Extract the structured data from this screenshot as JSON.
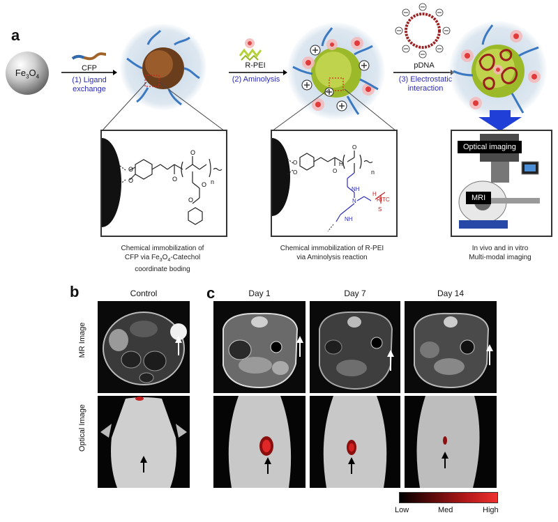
{
  "panels": {
    "a": "a",
    "b": "b",
    "c": "c"
  },
  "scheme": {
    "core_label_main": "Fe",
    "core_label_sub3": "3",
    "core_label_o": "O",
    "core_label_sub4": "4",
    "step1_reagent": "CFP",
    "step1_label": "(1) Ligand exchange",
    "step2_reagent": "R-PEI",
    "step2_label": "(2) Aminolysis",
    "step3_reagent": "pDNA",
    "step3_label": "(3) Electrostatic interaction"
  },
  "structure_boxes": {
    "box1_n": "n",
    "box2_n": "n",
    "box2_ritc": "RITC",
    "box2_s": "S",
    "box2_nh1": "NH",
    "box2_nh2": "NH",
    "box2_n_atom": "N",
    "box2_h": "H",
    "imaging_optical": "Optical imaging",
    "imaging_mri": "MRI"
  },
  "captions": {
    "c1_line1": "Chemical immobilization of",
    "c1_line2_pre": "CFP via Fe",
    "c1_line2_sub1": "3",
    "c1_line2_mid": "O",
    "c1_line2_sub2": "4",
    "c1_line2_post": "-Catechol",
    "c1_line3": "coordinate boding",
    "c2_line1": "Chemical immobilization of R-PEI",
    "c2_line2": "via Aminolysis reaction",
    "c3_line1": "In vivo and in vitro",
    "c3_line2": "Multi-modal imaging"
  },
  "imaging": {
    "control": "Control",
    "day1": "Day 1",
    "day7": "Day 7",
    "day14": "Day 14",
    "row1": "MR Image",
    "row2": "Optical Image"
  },
  "legend": {
    "low": "Low",
    "med": "Med",
    "high": "High"
  }
}
